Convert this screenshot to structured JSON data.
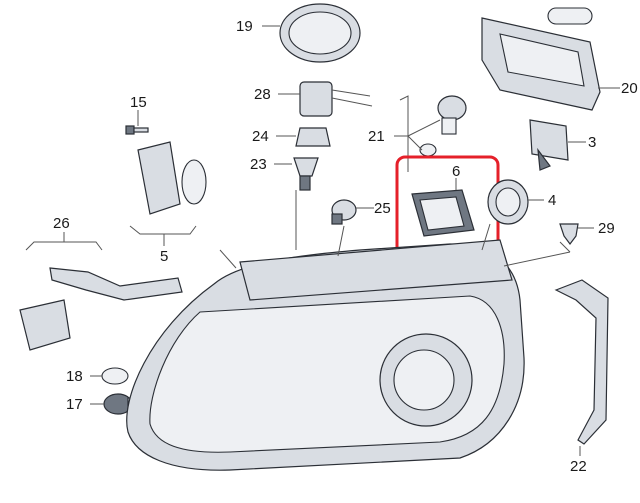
{
  "diagram": {
    "highlight_color": "#e5202a",
    "callouts": {
      "c19": "19",
      "c20": "20",
      "c15": "15",
      "c28": "28",
      "c21": "21",
      "c24": "24",
      "c3": "3",
      "c23": "23",
      "c6": "6",
      "c4": "4",
      "c25": "25",
      "c29": "29",
      "c26": "26",
      "c5": "5",
      "c18": "18",
      "c17": "17",
      "c22": "22"
    }
  }
}
